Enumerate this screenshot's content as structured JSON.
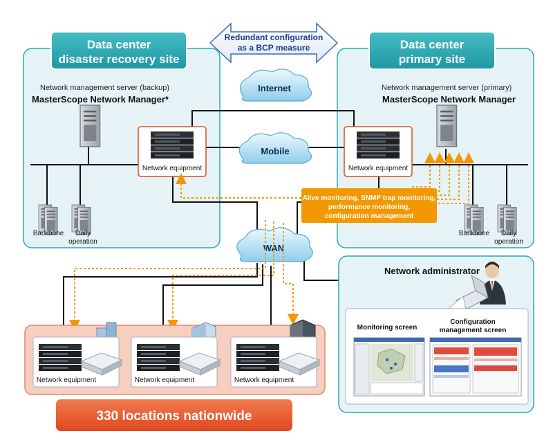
{
  "top_arrow": {
    "line1": "Redundant configuration",
    "line2": "as a BCP measure"
  },
  "dr_site": {
    "title_line1": "Data center",
    "title_line2": "disaster recovery site",
    "server_label": "Network management server (backup)",
    "product_name": "MasterScope Network Manager*",
    "equipment_label": "Network equipment",
    "server1_label": "Backbone",
    "server2_line1": "Daily",
    "server2_line2": "operation"
  },
  "primary_site": {
    "title_line1": "Data center",
    "title_line2": "primary site",
    "server_label": "Network management server (primary)",
    "product_name": "MasterScope Network Manager",
    "equipment_label": "Network equipment",
    "server1_label": "Backbone",
    "server2_line1": "Daily",
    "server2_line2": "operation"
  },
  "clouds": {
    "internet": "Internet",
    "mobile": "Mobile",
    "wan": "WAN"
  },
  "monitoring_box": {
    "line1": "Alive monitoring, SNMP trap monitoring,",
    "line2": "performance monitoring,",
    "line3": "configuration management"
  },
  "admin": {
    "title": "Network administrator",
    "monitoring_screen": "Monitoring screen",
    "config_line1": "Configuration",
    "config_line2": "management screen"
  },
  "locations": {
    "equipment_labels": [
      "Network equipment",
      "Network equipment",
      "Network equipment"
    ],
    "banner": "330 locations nationwide"
  },
  "colors": {
    "teal": "#29a8b3",
    "site_bg": "#e5f3f6",
    "orange": "#f39800",
    "loc_bg": "#f6cfc0",
    "loc_border": "#e9856a",
    "banner": "#e9542c",
    "navy": "#1f3c8c"
  }
}
